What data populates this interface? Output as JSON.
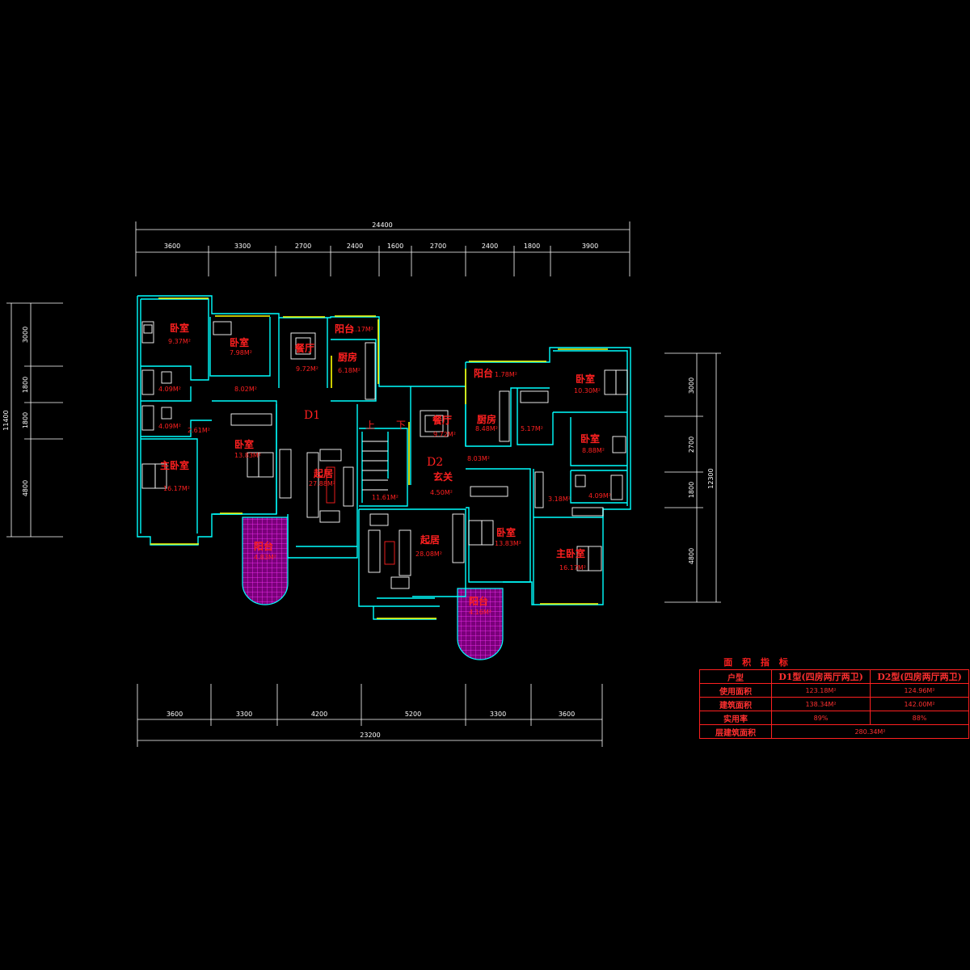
{
  "dimensions": {
    "top_total": "24400",
    "top_segments": [
      "3600",
      "3300",
      "2700",
      "2400",
      "1600",
      "2700",
      "2400",
      "1800",
      "3900"
    ],
    "bottom_total": "23200",
    "bottom_segments": [
      "3600",
      "3300",
      "4200",
      "5200",
      "3300",
      "3600"
    ],
    "left_total": "11400",
    "left_segments": [
      "3000",
      "1800",
      "1800",
      "4800"
    ],
    "right_total": "12300",
    "right_segments": [
      "3000",
      "2700",
      "1800",
      "4800"
    ]
  },
  "units": {
    "d1": "D1",
    "d2": "D2"
  },
  "stair": {
    "up": "上",
    "down": "下"
  },
  "rooms": [
    {
      "id": "d1-bedroom-1",
      "label": "卧室",
      "area": "9.37M²"
    },
    {
      "id": "d1-bedroom-2",
      "label": "卧室",
      "area": "7.98M²"
    },
    {
      "id": "d1-dining",
      "label": "餐厅",
      "area": "9.72M²"
    },
    {
      "id": "d1-balcony-small",
      "label": "阳台",
      "area": "1.17M²"
    },
    {
      "id": "d1-kitchen",
      "label": "厨房",
      "area": "6.18M²"
    },
    {
      "id": "d1-bath-1",
      "label": "",
      "area": "4.09M²"
    },
    {
      "id": "d1-hall",
      "label": "",
      "area": "8.02M²"
    },
    {
      "id": "d1-bath-2",
      "label": "",
      "area": "4.09M²"
    },
    {
      "id": "d1-corridor",
      "label": "",
      "area": "2.61M²"
    },
    {
      "id": "d1-bedroom-3",
      "label": "卧室",
      "area": "13.83M²"
    },
    {
      "id": "d1-master",
      "label": "主卧室",
      "area": "16.17M²"
    },
    {
      "id": "d1-living",
      "label": "起居",
      "area": "27.88M²"
    },
    {
      "id": "d1-balcony",
      "label": "阳台",
      "area": "4.83M²"
    },
    {
      "id": "stair-area",
      "label": "",
      "area": "11.61M²"
    },
    {
      "id": "d2-dining",
      "label": "餐厅",
      "area": "9.72M²"
    },
    {
      "id": "d2-balcony-small",
      "label": "阳台",
      "area": "1.78M²"
    },
    {
      "id": "d2-kitchen",
      "label": "厨房",
      "area": "8.48M²"
    },
    {
      "id": "d2-bath-1",
      "label": "",
      "area": "5.17M²"
    },
    {
      "id": "d2-bedroom-1",
      "label": "卧室",
      "area": "10.30M²"
    },
    {
      "id": "d2-bedroom-2",
      "label": "卧室",
      "area": "8.88M²"
    },
    {
      "id": "d2-hall",
      "label": "",
      "area": "8.03M²"
    },
    {
      "id": "d2-entry",
      "label": "玄关",
      "area": "4.50M²"
    },
    {
      "id": "d2-corridor",
      "label": "",
      "area": "3.18M²"
    },
    {
      "id": "d2-bath-2",
      "label": "",
      "area": "4.09M²"
    },
    {
      "id": "d2-living",
      "label": "起居",
      "area": "28.08M²"
    },
    {
      "id": "d2-bedroom-3",
      "label": "卧室",
      "area": "13.83M²"
    },
    {
      "id": "d2-master",
      "label": "主卧室",
      "area": "16.17M²"
    },
    {
      "id": "d2-balcony",
      "label": "阳台",
      "area": "4.16M²"
    }
  ],
  "area_table": {
    "title": "面 积 指 标",
    "header": [
      "户型",
      "D1型(四房两厅两卫)",
      "D2型(四房两厅两卫)"
    ],
    "rows": [
      [
        "使用面积",
        "123.18M²",
        "124.96M²"
      ],
      [
        "建筑面积",
        "138.34M²",
        "142.00M²"
      ],
      [
        "实用率",
        "89%",
        "88%"
      ]
    ],
    "floor_row": [
      "层建筑面积",
      "280.34M²"
    ]
  },
  "colors": {
    "wall": "#00ffff",
    "window": "#ffff00",
    "text": "#ff2020",
    "dim": "#ffffff",
    "balcony": "#cc00cc",
    "furniture": "#ffffff"
  }
}
